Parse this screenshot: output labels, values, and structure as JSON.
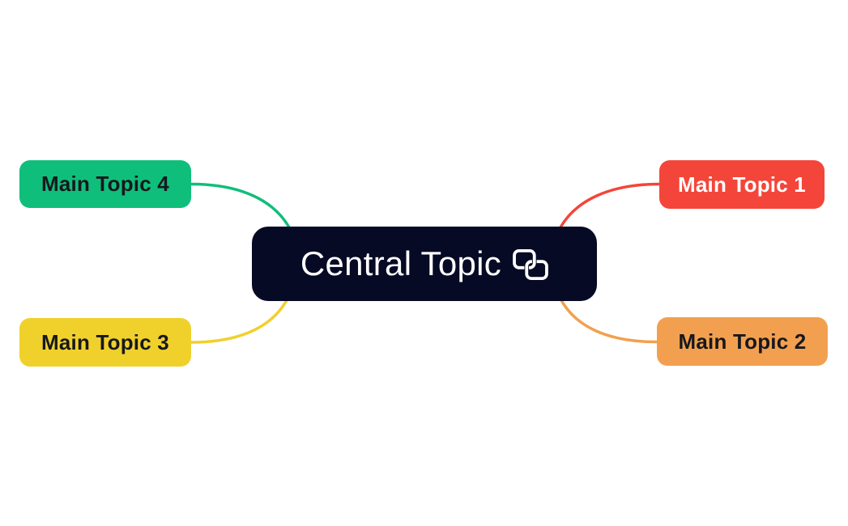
{
  "canvas": {
    "background_color": "#FFFFFF"
  },
  "mindmap": {
    "central": {
      "label": "Central Topic",
      "color": "#060A24",
      "text_color": "#FFFFFF",
      "icon": "link-icon"
    },
    "topics": [
      {
        "label": "Main Topic 1",
        "color": "#F4453A",
        "text_color": "#FFFFFF",
        "side": "top-right"
      },
      {
        "label": "Main Topic 2",
        "color": "#F2A04F",
        "text_color": "#17181D",
        "side": "bottom-right"
      },
      {
        "label": "Main Topic 3",
        "color": "#F0D12C",
        "text_color": "#17181D",
        "side": "bottom-left"
      },
      {
        "label": "Main Topic 4",
        "color": "#10BE7C",
        "text_color": "#17181D",
        "side": "top-left"
      }
    ]
  }
}
